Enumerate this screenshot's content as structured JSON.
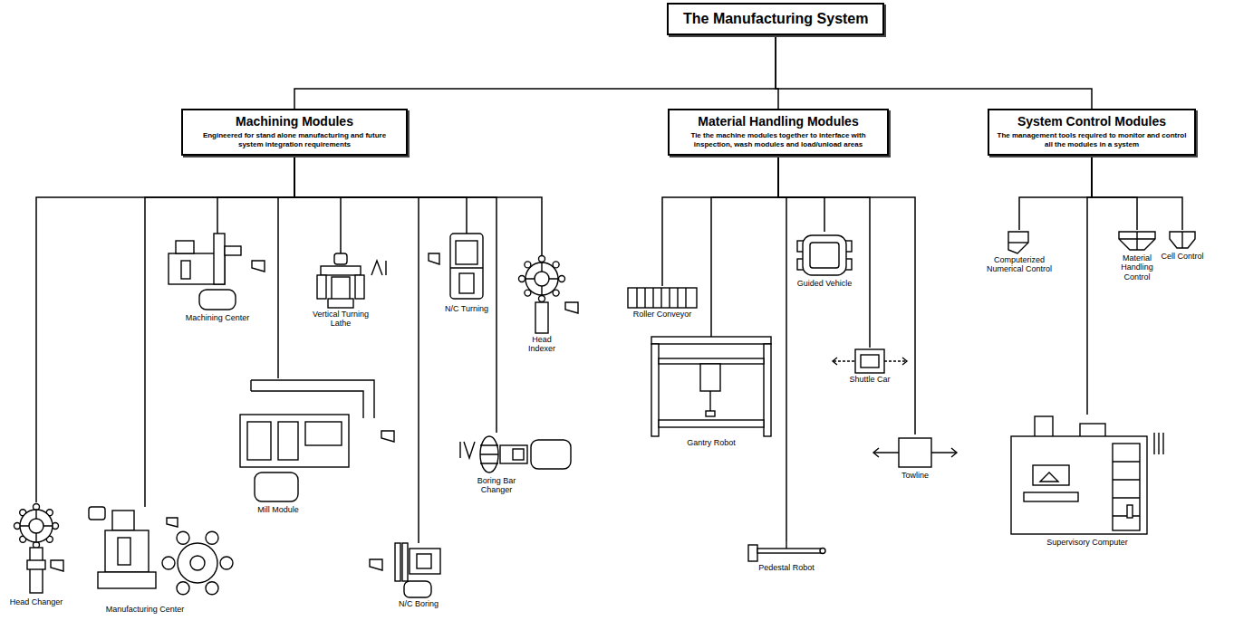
{
  "diagram": {
    "nodes": [
      {
        "text": [
          "The Manufacturing System"
        ]
      },
      {
        "text": [
          "Machining Modules",
          "Engineered for stand alone manufacturing and future system integration requirements"
        ]
      },
      {
        "text": [
          "Material Handling Modules",
          "Tie the machine modules together to interface with inspection, wash modules and load/unload areas"
        ]
      },
      {
        "text": [
          "System Control Modules",
          "The management tools required to monitor and control all the modules in a system"
        ]
      },
      {
        "text": [
          "Head Changer"
        ]
      },
      {
        "text": [
          "Manufacturing Center"
        ]
      },
      {
        "text": [
          "Machining Center"
        ]
      },
      {
        "text": [
          "Mill Module"
        ]
      },
      {
        "text": [
          "Vertical Turning Lathe"
        ]
      },
      {
        "text": [
          "N/C Boring"
        ]
      },
      {
        "text": [
          "N/C Turning"
        ]
      },
      {
        "text": [
          "Boring Bar Changer"
        ]
      },
      {
        "text": [
          "Head Indexer"
        ]
      },
      {
        "text": [
          "Roller Conveyor"
        ]
      },
      {
        "text": [
          "Gantry Robot"
        ]
      },
      {
        "text": [
          "Pedestal Robot"
        ]
      },
      {
        "text": [
          "Guided Vehicle"
        ]
      },
      {
        "text": [
          "Shuttle Car"
        ]
      },
      {
        "text": [
          "Towline"
        ]
      },
      {
        "text": [
          "Computerized Numerical Control"
        ]
      },
      {
        "text": [
          "Supervisory Computer"
        ]
      },
      {
        "text": [
          "Material Handling Control"
        ]
      },
      {
        "text": [
          "Cell Control"
        ]
      }
    ],
    "edges": [
      {
        "from": 0,
        "to": 1,
        "arrow": "none"
      },
      {
        "from": 0,
        "to": 2,
        "arrow": "none"
      },
      {
        "from": 0,
        "to": 3,
        "arrow": "none"
      },
      {
        "from": 1,
        "to": 4,
        "arrow": "none"
      },
      {
        "from": 1,
        "to": 5,
        "arrow": "none"
      },
      {
        "from": 1,
        "to": 6,
        "arrow": "none"
      },
      {
        "from": 1,
        "to": 7,
        "arrow": "none"
      },
      {
        "from": 1,
        "to": 8,
        "arrow": "none"
      },
      {
        "from": 1,
        "to": 9,
        "arrow": "none"
      },
      {
        "from": 1,
        "to": 10,
        "arrow": "none"
      },
      {
        "from": 1,
        "to": 11,
        "arrow": "none"
      },
      {
        "from": 1,
        "to": 12,
        "arrow": "none"
      },
      {
        "from": 2,
        "to": 13,
        "arrow": "none"
      },
      {
        "from": 2,
        "to": 14,
        "arrow": "none"
      },
      {
        "from": 2,
        "to": 15,
        "arrow": "none"
      },
      {
        "from": 2,
        "to": 16,
        "arrow": "none"
      },
      {
        "from": 2,
        "to": 17,
        "arrow": "none"
      },
      {
        "from": 2,
        "to": 18,
        "arrow": "none"
      },
      {
        "from": 3,
        "to": 19,
        "arrow": "none"
      },
      {
        "from": 3,
        "to": 20,
        "arrow": "none"
      },
      {
        "from": 3,
        "to": 21,
        "arrow": "none"
      },
      {
        "from": 3,
        "to": 22,
        "arrow": "none"
      }
    ]
  }
}
